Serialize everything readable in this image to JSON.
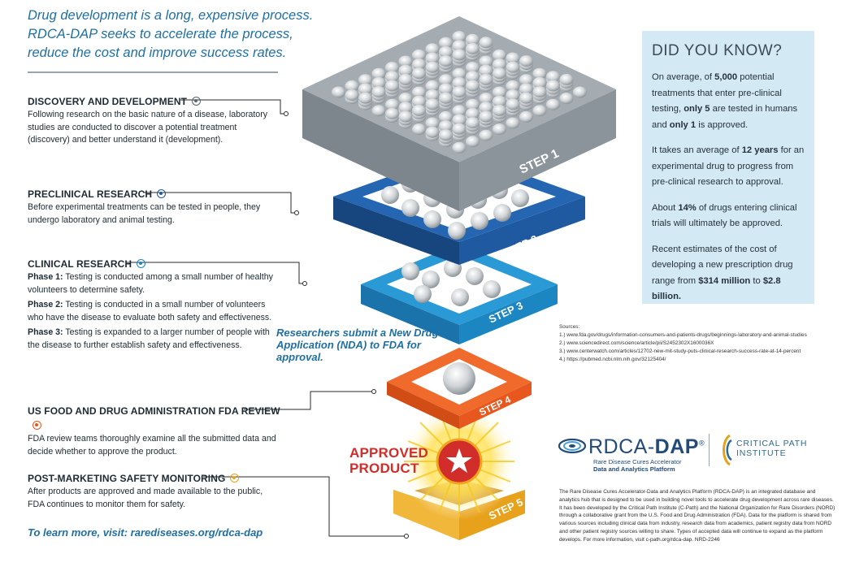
{
  "intro": {
    "line1": "Drug development is a long, expensive process.",
    "line2": "RDCA-DAP seeks to accelerate the process,",
    "line3": "reduce the cost and improve success rates."
  },
  "stages": {
    "discovery": {
      "title": "DISCOVERY AND DEVELOPMENT",
      "text": "Following research on the basic nature of a disease, laboratory studies are conducted to discover a potential treatment (discovery) and better understand it (development)."
    },
    "preclinical": {
      "title": "PRECLINICAL RESEARCH",
      "text": "Before experimental treatments can be tested in people, they undergo laboratory and animal testing."
    },
    "clinical": {
      "title": "CLINICAL RESEARCH",
      "phase1_label": "Phase 1:",
      "phase1_text": " Testing is conducted among a small number of healthy volunteers to determine safety.",
      "phase2_label": "Phase 2:",
      "phase2_text": " Testing is conducted in a small number of volunteers who have the disease to evaluate both safety and effectiveness.",
      "phase3_label": "Phase 3:",
      "phase3_text": " Testing is expanded to a larger number of people with the disease to further establish safety and effectiveness."
    },
    "fda": {
      "title": "US FOOD AND DRUG ADMINISTRATION FDA REVIEW",
      "text": "FDA review teams thoroughly examine all the submitted data and decide whether to approve the product."
    },
    "postmarket": {
      "title": "POST-MARKETING SAFETY MONITORING",
      "text": "After products are approved and made available to the public, FDA continues to monitor them for safety."
    }
  },
  "learn_more": "To learn more, visit: rarediseases.org/rdca-dap",
  "did_you_know": {
    "title": "DID YOU KNOW?",
    "p1_a": "On average, of ",
    "p1_b": "5,000",
    "p1_c": " potential treatments that enter pre-clinical testing, ",
    "p1_d": "only 5",
    "p1_e": " are tested in humans and ",
    "p1_f": "only 1",
    "p1_g": " is approved.",
    "p2_a": "It takes an average of ",
    "p2_b": "12 years",
    "p2_c": " for an experimental drug to progress from pre-clinical research to approval.",
    "p3_a": "About ",
    "p3_b": "14%",
    "p3_c": " of drugs entering clinical trials will ultimately be approved.",
    "p4_a": "Recent estimates of the cost of developing a new prescription drug range from ",
    "p4_b": "$314 million",
    "p4_c": " to ",
    "p4_d": "$2.8 billion."
  },
  "steps": {
    "s1": "STEP 1",
    "s2": "STEP 2",
    "s3": "STEP 3",
    "s4": "STEP 4",
    "s5": "STEP 5"
  },
  "nda_note": "Researchers submit a New Drug Application (NDA) to FDA for approval.",
  "approved_label": {
    "line1": "APPROVED",
    "line2": "PRODUCT"
  },
  "sources": {
    "heading": "Sources:",
    "items": [
      "1.) www.fda.gov/drugs/information-consumers-and-patients-drugs/beginnings-laboratory-and-animal-studies",
      "2.) www.sciencedirect.com/science/article/pii/S2452302X1600036X",
      "3.) www.centerwatch.com/articles/12702-new-mit-study-puts-clinical-research-success-rate-at-14-percent",
      "4.) https://pubmed.ncbi.nlm.nih.gov/32125404/"
    ]
  },
  "logos": {
    "rdca_prefix": "RDCA-",
    "rdca_bold": "DAP",
    "rdca_reg": "®",
    "rdca_sub1": "Rare Disease Cures Accelerator",
    "rdca_sub2": "Data and Analytics Platform",
    "cpi_line1": "CRITICAL PATH",
    "cpi_line2": "INSTITUTE"
  },
  "about": "The Rare Disease Cures Accelerator-Data and Analytics Platform (RDCA-DAP) is an integrated database and analytics hub that is designed to be used in building novel tools to accelerate drug development across rare diseases. It has been developed by the Critical Path Institute (C-Path) and the National Organization for Rare Disorders (NORD) through a collaborative grant from the U.S. Food and Drug Administration (FDA). Data for the platform is shared from various sources including clinical data from industry, research data from academics, patient registry data from NORD and other patient registry sources willing to share. Types of accepted data will continue to expand as the platform develops. For more information, visit c-path.org/rdca-dap. NRD-2246",
  "colors": {
    "accent_blue": "#1f6fa3",
    "step1_gray": "#8c949b",
    "step2_blue": "#1f5aa0",
    "step3_blue": "#1c86c3",
    "step4_orange": "#e8581e",
    "step5_amber": "#e8a11a",
    "approved_red": "#d12d2a",
    "know_bg": "#d3e9f4"
  }
}
